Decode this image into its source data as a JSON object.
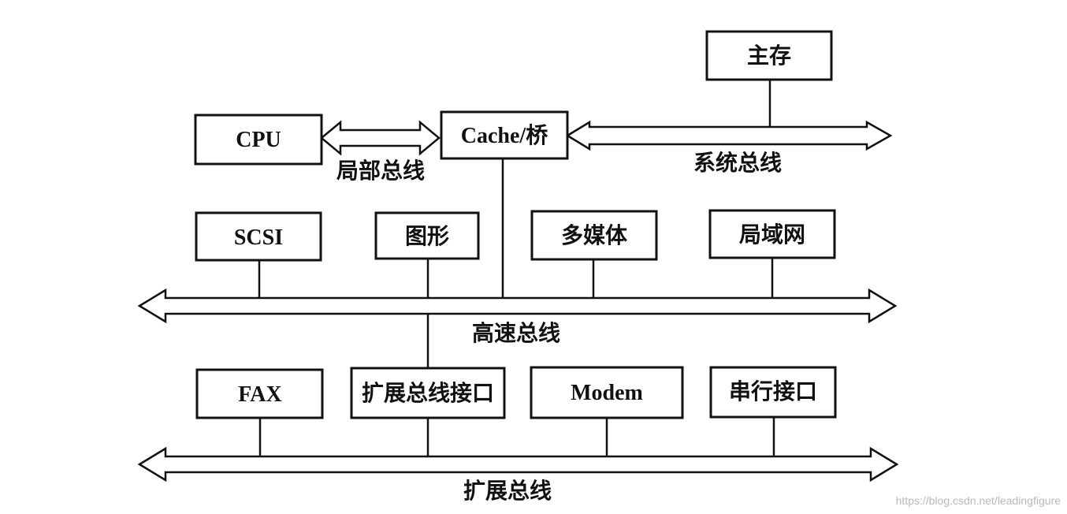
{
  "boxes": {
    "main_memory": "主存",
    "cpu": "CPU",
    "cache_bridge": "Cache/桥",
    "scsi": "SCSI",
    "graphics": "图形",
    "multimedia": "多媒体",
    "lan": "局域网",
    "fax": "FAX",
    "expansion_interface": "扩展总线接口",
    "modem": "Modem",
    "serial_interface": "串行接口"
  },
  "buses": {
    "local_bus": "局部总线",
    "system_bus": "系统总线",
    "high_speed_bus": "高速总线",
    "expansion_bus": "扩展总线"
  },
  "watermark": "https://blog.csdn.net/leadingfigure"
}
